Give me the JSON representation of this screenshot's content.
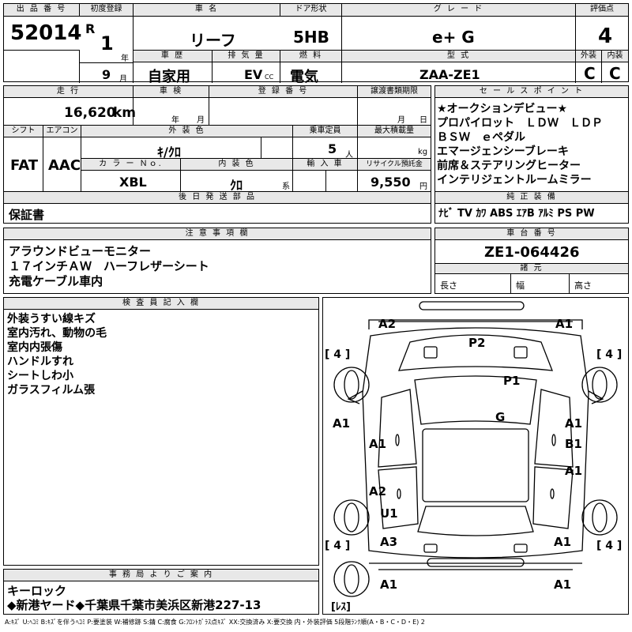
{
  "header": {
    "lot_label": "出 品 番 号",
    "lot_number": "52014",
    "first_reg_label": "初度登録",
    "era": "R",
    "year_value": "1",
    "year_unit": "年",
    "month_value": "9",
    "month_unit": "月",
    "car_name_label": "車 名",
    "car_name": "リーフ",
    "door_label": "ドア形状",
    "door_value": "5HB",
    "grade_label": "グ レ ー ド",
    "grade_value": "e+ G",
    "score_label": "評価点",
    "score_value": "4",
    "history_label": "車 歴",
    "history_value": "自家用",
    "displacement_label": "排 気 量",
    "displacement_value": "EV",
    "displacement_unit": "CC",
    "fuel_label": "燃 料",
    "fuel_value": "電気",
    "model_label": "型 式",
    "model_value": "ZAA-ZE1",
    "exterior_label": "外装",
    "exterior_value": "C",
    "interior_label": "内装",
    "interior_value": "C"
  },
  "specs": {
    "mileage_label": "走 行",
    "mileage_value": "16,620",
    "mileage_unit": "km",
    "inspection_label": "車 検",
    "inspection_year": "年",
    "inspection_month": "月",
    "registration_label": "登 録 番 号",
    "transfer_label": "譲渡書類期限",
    "transfer_month": "月",
    "transfer_day": "日",
    "shift_label": "シフト",
    "shift_value": "FAT",
    "ac_label": "エアコン",
    "ac_value": "AAC",
    "color_label": "外 装 色",
    "color_value": "ｷ/ｸﾛ",
    "capacity_label": "乗車定員",
    "capacity_value": "5",
    "capacity_unit": "人",
    "load_label": "最大積載量",
    "load_unit": "kg",
    "color_no_label": "カ ラ ー Ｎｏ.",
    "color_no_value": "XBL",
    "interior_color_label": "内 装 色",
    "interior_color_value": "ｸﾛ",
    "interior_color_unit": "系",
    "import_label": "輸 入 車",
    "recycle_label": "リサイクル預託金",
    "recycle_value": "9,550",
    "recycle_unit": "円",
    "deferred_label": "後 日 発 送 部 品",
    "deferred_value": "保証書"
  },
  "sales_points": {
    "label": "セ ー ル ス ポ イ ン ト",
    "lines": [
      "★オークションデビュー★",
      "プロパイロット　ＬＤＷ　ＬＤＰ",
      "ＢＳＷ　ｅペダル",
      "エマージェンシーブレーキ",
      "前席＆ステアリングヒーター",
      "インテリジェントルームミラー"
    ]
  },
  "equipment": {
    "label": "純 正 装 備",
    "value": "ﾅﾋﾞ TV ｶﾜ ABS ｴｱB ｱﾙﾐ PS PW"
  },
  "notes": {
    "label": "注 意 事 項 欄",
    "lines": [
      "アラウンドビューモニター",
      "１７インチＡＷ　ハーフレザーシート",
      "充電ケーブル車内"
    ]
  },
  "chassis": {
    "label": "車 台 番 号",
    "value": "ZE1-064426",
    "dims_label": "諸 元",
    "length_label": "長さ",
    "width_label": "幅",
    "height_label": "高さ"
  },
  "inspector": {
    "label": "検 査 員 記 入 欄",
    "lines": [
      "外装うすい線キズ",
      "室内汚れ、動物の毛",
      "室内内張傷",
      "ハンドルすれ",
      "シートしわ小",
      "ガラスフィルム張"
    ]
  },
  "office": {
    "label": "事 務 局 よ り ご 案 内",
    "lines": [
      "キーロック",
      "◆新港ヤード◆千葉県千葉市美浜区新港227-13"
    ]
  },
  "diagram": {
    "marks": [
      {
        "text": "A2",
        "id": "front-left-corner"
      },
      {
        "text": "A1",
        "id": "front-right-corner"
      },
      {
        "text": "P2",
        "id": "hood"
      },
      {
        "text": "P1",
        "id": "windshield"
      },
      {
        "text": "G",
        "id": "roof"
      },
      {
        "text": "A1",
        "id": "left-fender"
      },
      {
        "text": "A1",
        "id": "left-front-door"
      },
      {
        "text": "A2",
        "id": "left-rear-door"
      },
      {
        "text": "U1",
        "id": "left-quarter"
      },
      {
        "text": "A3",
        "id": "rear-left"
      },
      {
        "text": "A1",
        "id": "right-fender"
      },
      {
        "text": "A1",
        "id": "right-front-door"
      },
      {
        "text": "B1",
        "id": "right-front-door-b"
      },
      {
        "text": "A1",
        "id": "right-rear-door"
      },
      {
        "text": "A1",
        "id": "rear-right"
      },
      {
        "text": "A1",
        "id": "rear-bumper-left"
      },
      {
        "text": "A1",
        "id": "rear-bumper-right"
      }
    ],
    "tire_fl": "[ 4 ]",
    "tire_fr": "[ 4 ]",
    "tire_rl": "[ 4 ]",
    "tire_rr": "[ 4 ]",
    "spare": "[ﾚｽ]"
  },
  "legend": "A:ｷｽﾞ U:ﾍｺﾐ B:ｷｽﾞを伴うﾍｺﾐ P:要塗装 W:補修跡 S:錆 C:腐食 G:ﾌﾛﾝﾄｶﾞﾗｽ点ｷｽﾞ XX:交換済み X:要交換 内・外装評価 5段階ﾗﾝｸ順(A・B・C・D・E) 2"
}
